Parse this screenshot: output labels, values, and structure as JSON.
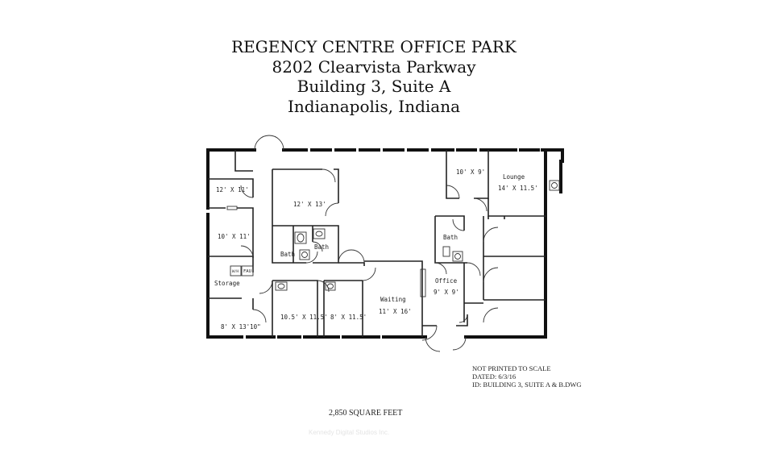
{
  "title": {
    "line1": "REGENCY CENTRE OFFICE PARK",
    "line2": "8202 Clearvista Parkway",
    "line3": "Building 3, Suite A",
    "line4": "Indianapolis, Indiana"
  },
  "rooms": {
    "r_12x11": "12' X 11'",
    "r_10x11": "10' X 11'",
    "storage": "Storage",
    "r_8x13": "8' X 13'10\"",
    "r_12x13": "12' X 13'",
    "bath_left": "Bath",
    "bath_mid": "Bath",
    "r_105": "10.5' X 11.5'",
    "r_8x115": "8' X 11.5'",
    "waiting": "Waiting",
    "waiting_dim": "11' X 16'",
    "r_10x9": "10' X 9'",
    "lounge": "Lounge",
    "lounge_dim": "14' X 11.5'",
    "bath_right": "Bath",
    "office": "Office",
    "office_dim": "9' X 9'",
    "wh": "W/H",
    "fau": "FAU"
  },
  "notes": {
    "line1": "NOT PRINTED TO SCALE",
    "line2": "DATED: 6/3/16",
    "line3": "ID: BUILDING 3, SUITE A & B.DWG"
  },
  "square_feet": "2,850 SQUARE FEET",
  "watermark": "Kennedy Digital Studios Inc."
}
